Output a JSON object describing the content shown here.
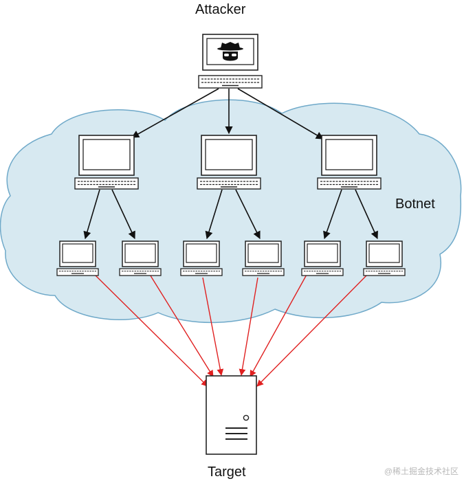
{
  "labels": {
    "attacker": "Attacker",
    "botnet": "Botnet",
    "target": "Target"
  },
  "watermark": "@稀土掘金技术社区",
  "colors": {
    "cloud_fill": "#d7e9f1",
    "cloud_stroke": "#6fa9c9",
    "command_arrow": "#111111",
    "attack_arrow": "#e02020",
    "device_stroke": "#222222",
    "device_fill": "#ffffff"
  },
  "icons": {
    "attacker": "hacker-laptop-icon",
    "bot_master": "desktop-computer-icon",
    "bot": "desktop-computer-icon",
    "target": "server-icon"
  },
  "connections": {
    "attacker_to_masters": 3,
    "masters_to_bots": 6,
    "bots_to_target": 6
  }
}
